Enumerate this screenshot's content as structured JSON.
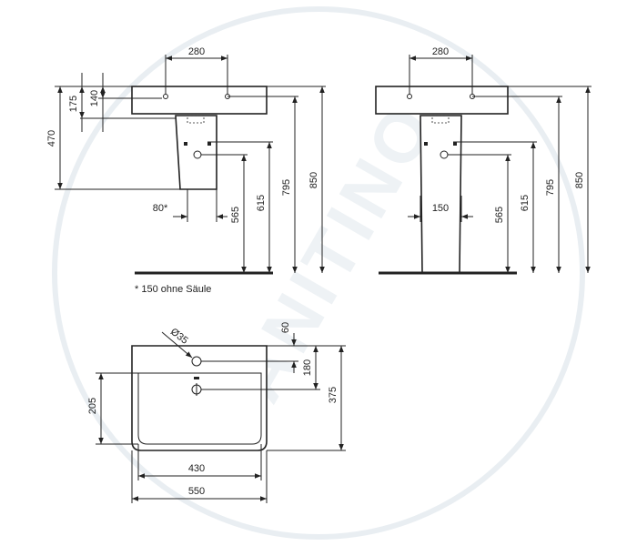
{
  "footnote": "* 150 ohne Säule",
  "watermark": "SANITINO",
  "side_left": {
    "tap_spacing": "280",
    "h_175": "175",
    "h_140": "140",
    "h_470": "470",
    "h_565": "565",
    "h_615": "615",
    "h_795": "795",
    "h_850": "850",
    "offset": "80*"
  },
  "side_right": {
    "tap_spacing": "280",
    "pedestal_width": "150",
    "h_565": "565",
    "h_615": "615",
    "h_795": "795",
    "h_850": "850"
  },
  "top_view": {
    "hole_diameter": "Ø35",
    "d_60": "60",
    "d_180": "180",
    "d_205": "205",
    "d_375": "375",
    "inner_width": "430",
    "outer_width": "550"
  }
}
